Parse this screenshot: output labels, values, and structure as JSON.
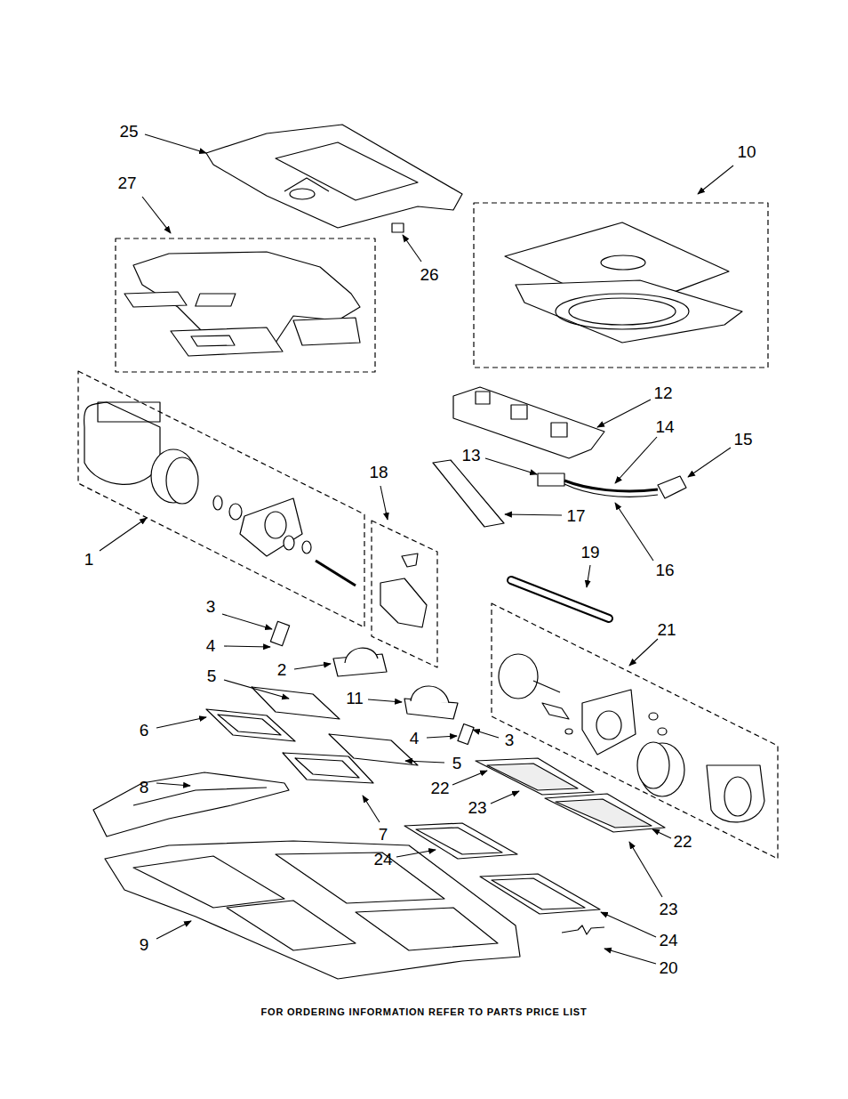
{
  "diagram": {
    "caption": "FOR ORDERING INFORMATION REFER TO PARTS PRICE LIST",
    "labels": [
      "25",
      "10",
      "27",
      "26",
      "12",
      "14",
      "15",
      "18",
      "13",
      "17",
      "1",
      "16",
      "19",
      "21",
      "3",
      "4",
      "2",
      "5",
      "11",
      "6",
      "4",
      "3",
      "5",
      "22",
      "23",
      "8",
      "7",
      "24",
      "22",
      "23",
      "24",
      "9",
      "20"
    ]
  }
}
